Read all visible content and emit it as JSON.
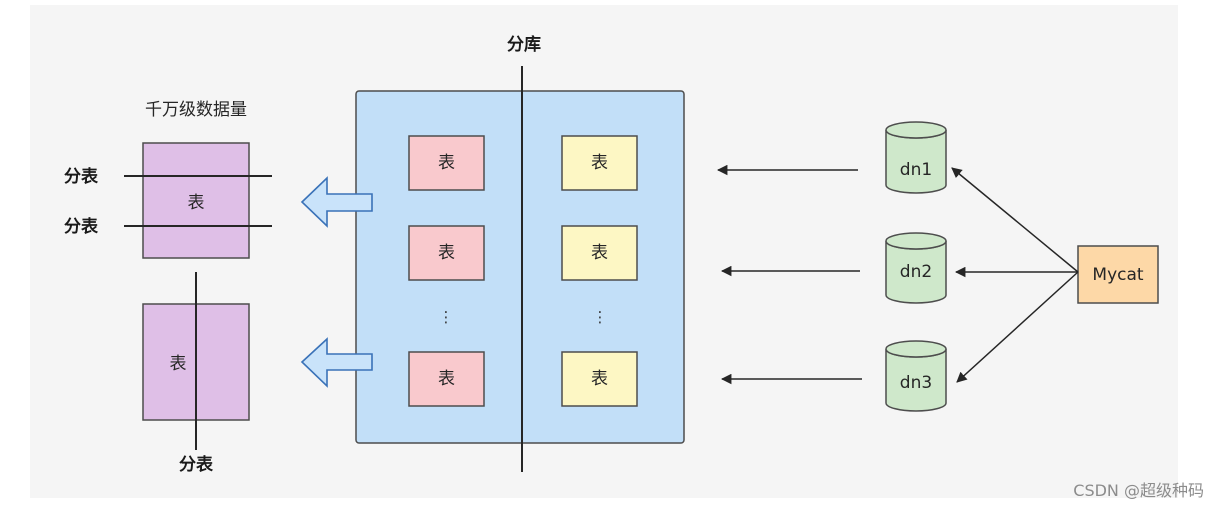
{
  "diagram": {
    "database_shard": {
      "label": "分库",
      "left_tables": [
        "表",
        "表",
        "表"
      ],
      "left_ellipsis": "⋮",
      "right_tables": [
        "表",
        "表",
        "表"
      ],
      "right_ellipsis": "⋮"
    },
    "table_shard": {
      "caption": "千万级数据量",
      "horizontal_split": {
        "table": "表",
        "labels": [
          "分表",
          "分表"
        ]
      },
      "vertical_split": {
        "table": "表",
        "label": "分表"
      }
    },
    "data_nodes": [
      "dn1",
      "dn2",
      "dn3"
    ],
    "middleware": "Mycat"
  },
  "watermark": "CSDN @超级种码",
  "colors": {
    "panel_background": "#f5f5f5",
    "database_container": "#c2dff8",
    "left_table": "#f9c9cd",
    "right_table": "#fdf7c4",
    "shard_table": "#dfbfe7",
    "block_arrow": "#c9e3fa",
    "data_node": "#cfe8cb",
    "middleware": "#fdd8a7"
  }
}
